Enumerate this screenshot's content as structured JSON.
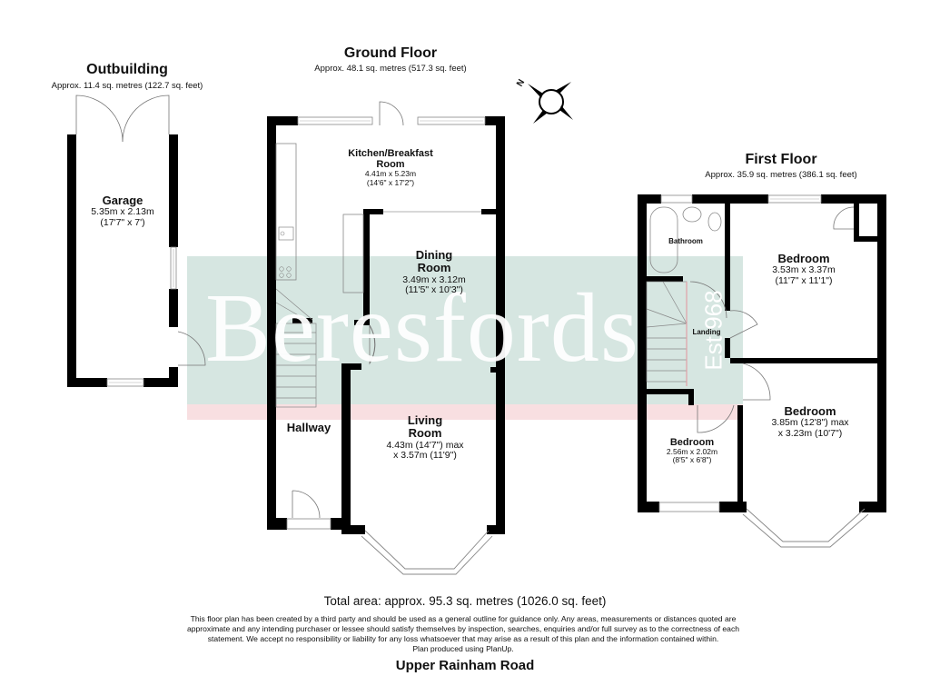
{
  "outbuilding": {
    "title": "Outbuilding",
    "area": "Approx. 11.4 sq. metres (122.7 sq. feet)",
    "rooms": [
      {
        "name": "Garage",
        "dim_metric": "5.35m x 2.13m",
        "dim_imperial": "(17'7\" x 7')"
      }
    ]
  },
  "ground_floor": {
    "title": "Ground Floor",
    "area": "Approx. 48.1 sq. metres (517.3 sq. feet)",
    "rooms": [
      {
        "name": "Kitchen/Breakfast",
        "name2": "Room",
        "dim_metric": "4.41m x 5.23m",
        "dim_imperial": "(14'6\" x 17'2\")"
      },
      {
        "name": "Dining",
        "name2": "Room",
        "dim_metric": "3.49m x 3.12m",
        "dim_imperial": "(11'5\" x 10'3\")"
      },
      {
        "name": "Living",
        "name2": "Room",
        "dim_metric": "4.43m (14'7\") max",
        "dim_imperial": "x 3.57m (11'9\")"
      },
      {
        "name": "Hallway"
      }
    ]
  },
  "first_floor": {
    "title": "First Floor",
    "area": "Approx. 35.9 sq. metres (386.1 sq. feet)",
    "rooms": [
      {
        "name": "Bathroom"
      },
      {
        "name": "Bedroom",
        "dim_metric": "3.53m x 3.37m",
        "dim_imperial": "(11'7\" x 11'1\")"
      },
      {
        "name": "Landing"
      },
      {
        "name": "Bedroom",
        "dim_metric": "3.85m (12'8\") max",
        "dim_imperial": "x 3.23m (10'7\")"
      },
      {
        "name": "Bedroom",
        "dim_metric": "2.56m x 2.02m",
        "dim_imperial": "(8'5\" x 6'8\")"
      }
    ]
  },
  "compass": {
    "label": "N",
    "icon": "compass-rose-icon"
  },
  "watermark": {
    "brand": "Beresfords",
    "est": "Est 968"
  },
  "footer": {
    "total_area": "Total area: approx. 95.3 sq. metres (1026.0 sq. feet)",
    "disclaimer_lines": [
      "This floor plan has been created by a third party and should be used as a general outline for guidance only. Any areas, measurements or distances quoted are",
      "approximate and any intending purchaser or lessee should satisfy themselves by inspection, searches, enquiries and/or full survey as to the correctness of each",
      "statement. We accept no responsibility or liability for any loss whatsoever that may arise as a result of this plan and the information contained within.",
      "Plan produced using PlanUp."
    ],
    "road": "Upper Rainham Road"
  },
  "colors": {
    "wall": "#000000",
    "watermark_band": "#d6e6e1",
    "watermark_strip": "#f8dfe1",
    "stair_rail": "#e0a0a6",
    "fixture_line": "#888888"
  }
}
